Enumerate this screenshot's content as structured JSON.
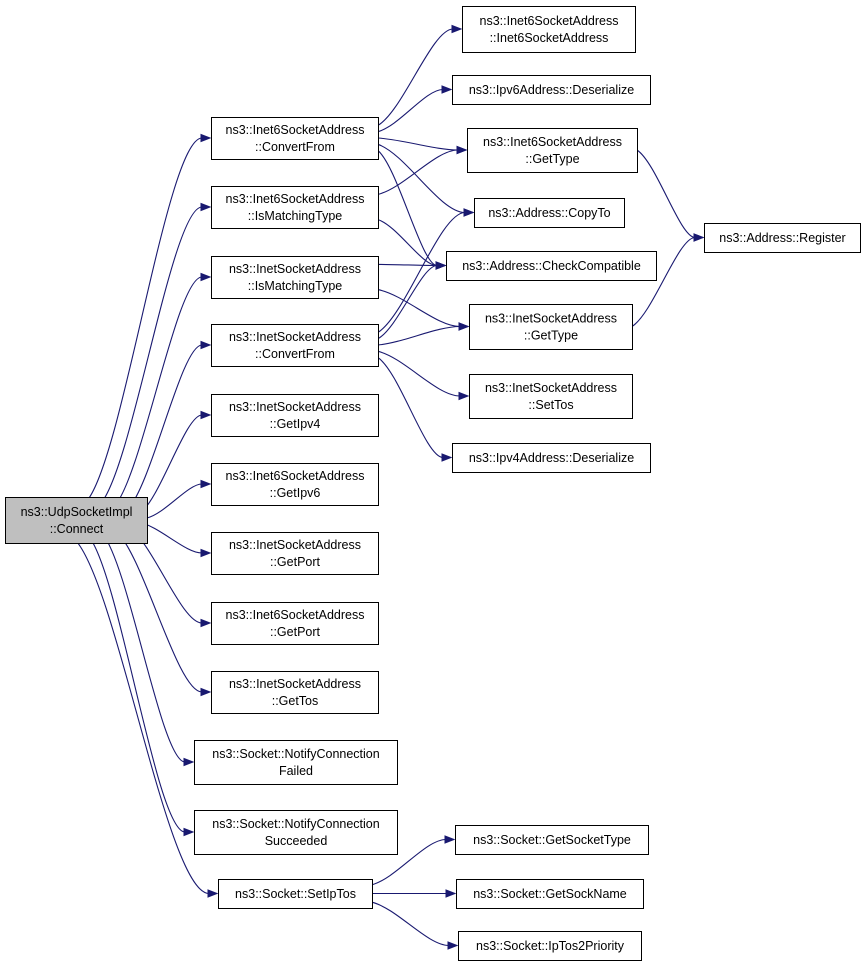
{
  "graph": {
    "root": "connect",
    "nodes": [
      {
        "id": "connect",
        "lines": [
          "ns3::UdpSocketImpl",
          "::Connect"
        ],
        "root": true
      },
      {
        "id": "i6_convertfrom",
        "lines": [
          "ns3::Inet6SocketAddress",
          "::ConvertFrom"
        ]
      },
      {
        "id": "i6_ismatching",
        "lines": [
          "ns3::Inet6SocketAddress",
          "::IsMatchingType"
        ]
      },
      {
        "id": "i4_ismatching",
        "lines": [
          "ns3::InetSocketAddress",
          "::IsMatchingType"
        ]
      },
      {
        "id": "i4_convertfrom",
        "lines": [
          "ns3::InetSocketAddress",
          "::ConvertFrom"
        ]
      },
      {
        "id": "i4_getipv4",
        "lines": [
          "ns3::InetSocketAddress",
          "::GetIpv4"
        ]
      },
      {
        "id": "i6_getipv6",
        "lines": [
          "ns3::Inet6SocketAddress",
          "::GetIpv6"
        ]
      },
      {
        "id": "i4_getport",
        "lines": [
          "ns3::InetSocketAddress",
          "::GetPort"
        ]
      },
      {
        "id": "i6_getport",
        "lines": [
          "ns3::Inet6SocketAddress",
          "::GetPort"
        ]
      },
      {
        "id": "i4_gettos",
        "lines": [
          "ns3::InetSocketAddress",
          "::GetTos"
        ]
      },
      {
        "id": "notify_failed",
        "lines": [
          "ns3::Socket::NotifyConnection",
          "Failed"
        ]
      },
      {
        "id": "notify_succeeded",
        "lines": [
          "ns3::Socket::NotifyConnection",
          "Succeeded"
        ]
      },
      {
        "id": "setiptos",
        "lines": [
          "ns3::Socket::SetIpTos"
        ]
      },
      {
        "id": "i6_ctor",
        "lines": [
          "ns3::Inet6SocketAddress",
          "::Inet6SocketAddress"
        ]
      },
      {
        "id": "ipv6_deserialize",
        "lines": [
          "ns3::Ipv6Address::Deserialize"
        ]
      },
      {
        "id": "i6_gettype",
        "lines": [
          "ns3::Inet6SocketAddress",
          "::GetType"
        ]
      },
      {
        "id": "addr_copyto",
        "lines": [
          "ns3::Address::CopyTo"
        ]
      },
      {
        "id": "addr_checkcompatible",
        "lines": [
          "ns3::Address::CheckCompatible"
        ]
      },
      {
        "id": "i4_gettype",
        "lines": [
          "ns3::InetSocketAddress",
          "::GetType"
        ]
      },
      {
        "id": "i4_settos",
        "lines": [
          "ns3::InetSocketAddress",
          "::SetTos"
        ]
      },
      {
        "id": "ipv4_deserialize",
        "lines": [
          "ns3::Ipv4Address::Deserialize"
        ]
      },
      {
        "id": "addr_register",
        "lines": [
          "ns3::Address::Register"
        ]
      },
      {
        "id": "getsockettype",
        "lines": [
          "ns3::Socket::GetSocketType"
        ]
      },
      {
        "id": "getsockname",
        "lines": [
          "ns3::Socket::GetSockName"
        ]
      },
      {
        "id": "iptos2priority",
        "lines": [
          "ns3::Socket::IpTos2Priority"
        ]
      }
    ],
    "edges": [
      [
        "connect",
        "i6_convertfrom"
      ],
      [
        "connect",
        "i6_ismatching"
      ],
      [
        "connect",
        "i4_ismatching"
      ],
      [
        "connect",
        "i4_convertfrom"
      ],
      [
        "connect",
        "i4_getipv4"
      ],
      [
        "connect",
        "i6_getipv6"
      ],
      [
        "connect",
        "i4_getport"
      ],
      [
        "connect",
        "i6_getport"
      ],
      [
        "connect",
        "i4_gettos"
      ],
      [
        "connect",
        "notify_failed"
      ],
      [
        "connect",
        "notify_succeeded"
      ],
      [
        "connect",
        "setiptos"
      ],
      [
        "i6_convertfrom",
        "i6_ctor"
      ],
      [
        "i6_convertfrom",
        "ipv6_deserialize"
      ],
      [
        "i6_convertfrom",
        "i6_gettype"
      ],
      [
        "i6_convertfrom",
        "addr_copyto"
      ],
      [
        "i6_convertfrom",
        "addr_checkcompatible"
      ],
      [
        "i6_ismatching",
        "i6_gettype"
      ],
      [
        "i6_ismatching",
        "addr_checkcompatible"
      ],
      [
        "i4_ismatching",
        "addr_checkcompatible"
      ],
      [
        "i4_ismatching",
        "i4_gettype"
      ],
      [
        "i4_convertfrom",
        "addr_copyto"
      ],
      [
        "i4_convertfrom",
        "addr_checkcompatible"
      ],
      [
        "i4_convertfrom",
        "i4_gettype"
      ],
      [
        "i4_convertfrom",
        "i4_settos"
      ],
      [
        "i4_convertfrom",
        "ipv4_deserialize"
      ],
      [
        "i6_gettype",
        "addr_register"
      ],
      [
        "i4_gettype",
        "addr_register"
      ],
      [
        "setiptos",
        "getsockettype"
      ],
      [
        "setiptos",
        "getsockname"
      ],
      [
        "setiptos",
        "iptos2priority"
      ]
    ]
  }
}
